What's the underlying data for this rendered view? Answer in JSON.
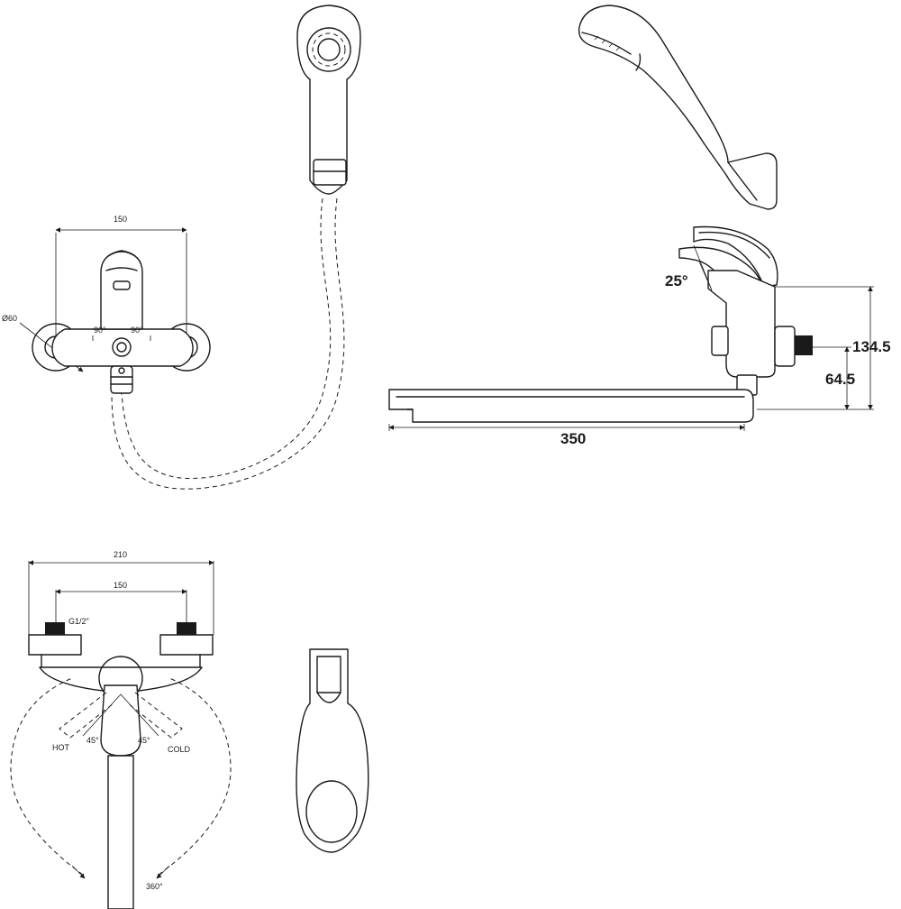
{
  "front_view": {
    "dim_width": "150",
    "dim_diameter": "Ø60",
    "angle_left": "90°",
    "angle_right": "90°"
  },
  "side_view": {
    "angle": "25°",
    "dim_height_total": "134.5",
    "dim_height_spout": "64.5",
    "dim_spout_length": "350"
  },
  "top_view": {
    "dim_overall": "210",
    "dim_centers": "150",
    "thread": "G1/2\"",
    "label_hot": "HOT",
    "label_cold": "COLD",
    "angle_hot": "45°",
    "angle_cold": "45°",
    "rotation": "360°"
  }
}
